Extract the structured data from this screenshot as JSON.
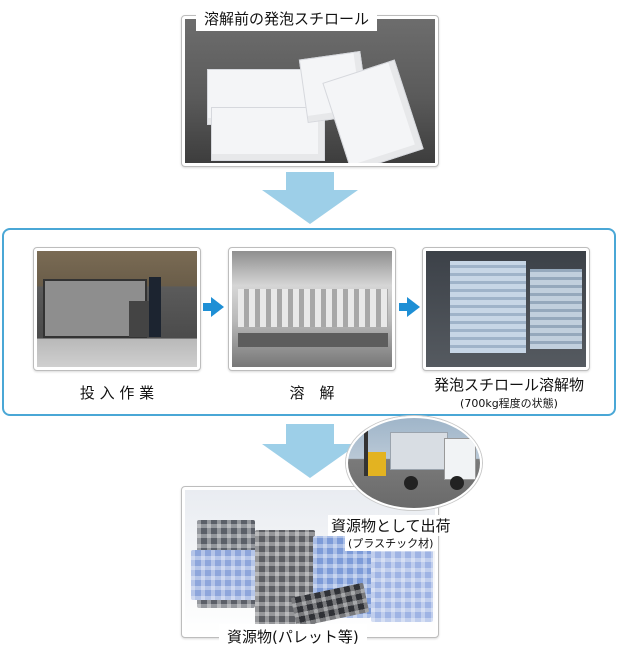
{
  "top": {
    "caption": "溶解前の発泡スチロール"
  },
  "steps": [
    {
      "label": "投 入 作 業",
      "sub": ""
    },
    {
      "label": "溶　解",
      "sub": ""
    },
    {
      "label": "発泡スチロール溶解物",
      "sub": "(700kg程度の状態)"
    }
  ],
  "shipping": {
    "label": "資源物として出荷",
    "sub": "(プラスチック材)"
  },
  "bottom": {
    "caption": "資源物(パレット等)"
  },
  "colors": {
    "box_border": "#4aa7d6",
    "down_arrow": "#9dcfe8",
    "right_arrow": "#1e8fd5"
  }
}
